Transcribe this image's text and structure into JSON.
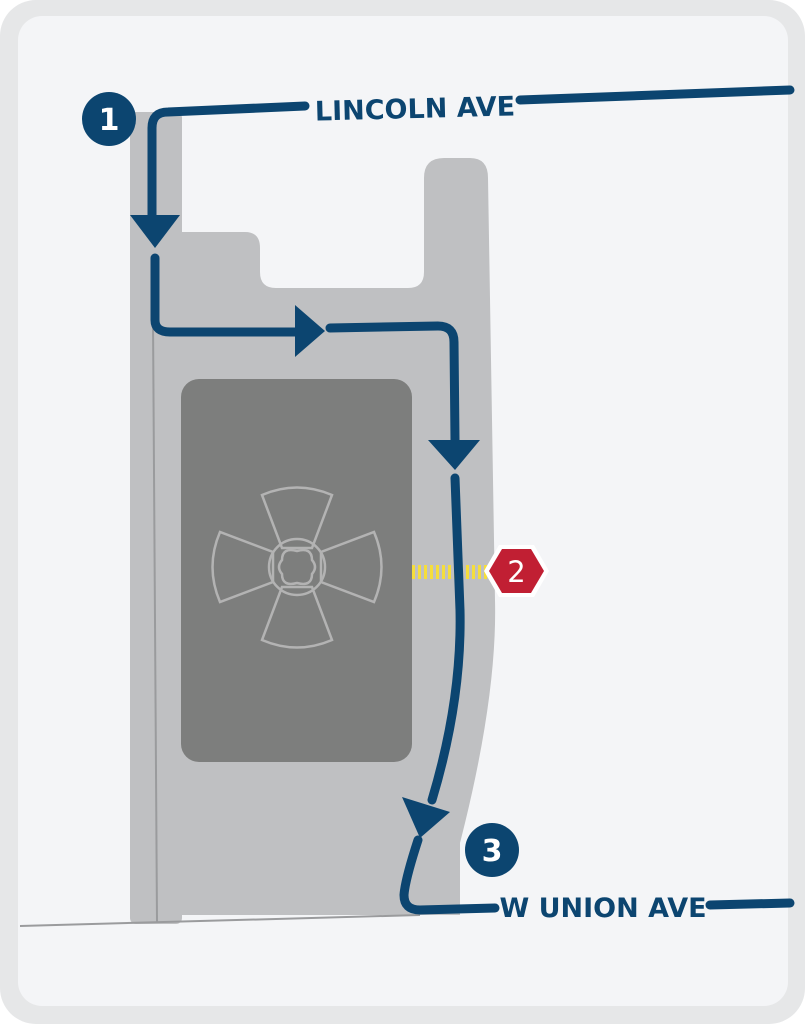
{
  "map": {
    "markers": [
      {
        "label": "1"
      },
      {
        "label": "2"
      },
      {
        "label": "3"
      }
    ],
    "streets": [
      {
        "name": "LINCOLN AVE"
      },
      {
        "name": "W UNION AVE"
      }
    ],
    "colors": {
      "route": "#0c4570",
      "road": "#bfc0c2",
      "building": "#7d7e7d",
      "background": "#f4f5f7",
      "frame": "#e6e7e8",
      "hazard": "#c11f33",
      "crosswalk": "#f5de3c"
    }
  }
}
